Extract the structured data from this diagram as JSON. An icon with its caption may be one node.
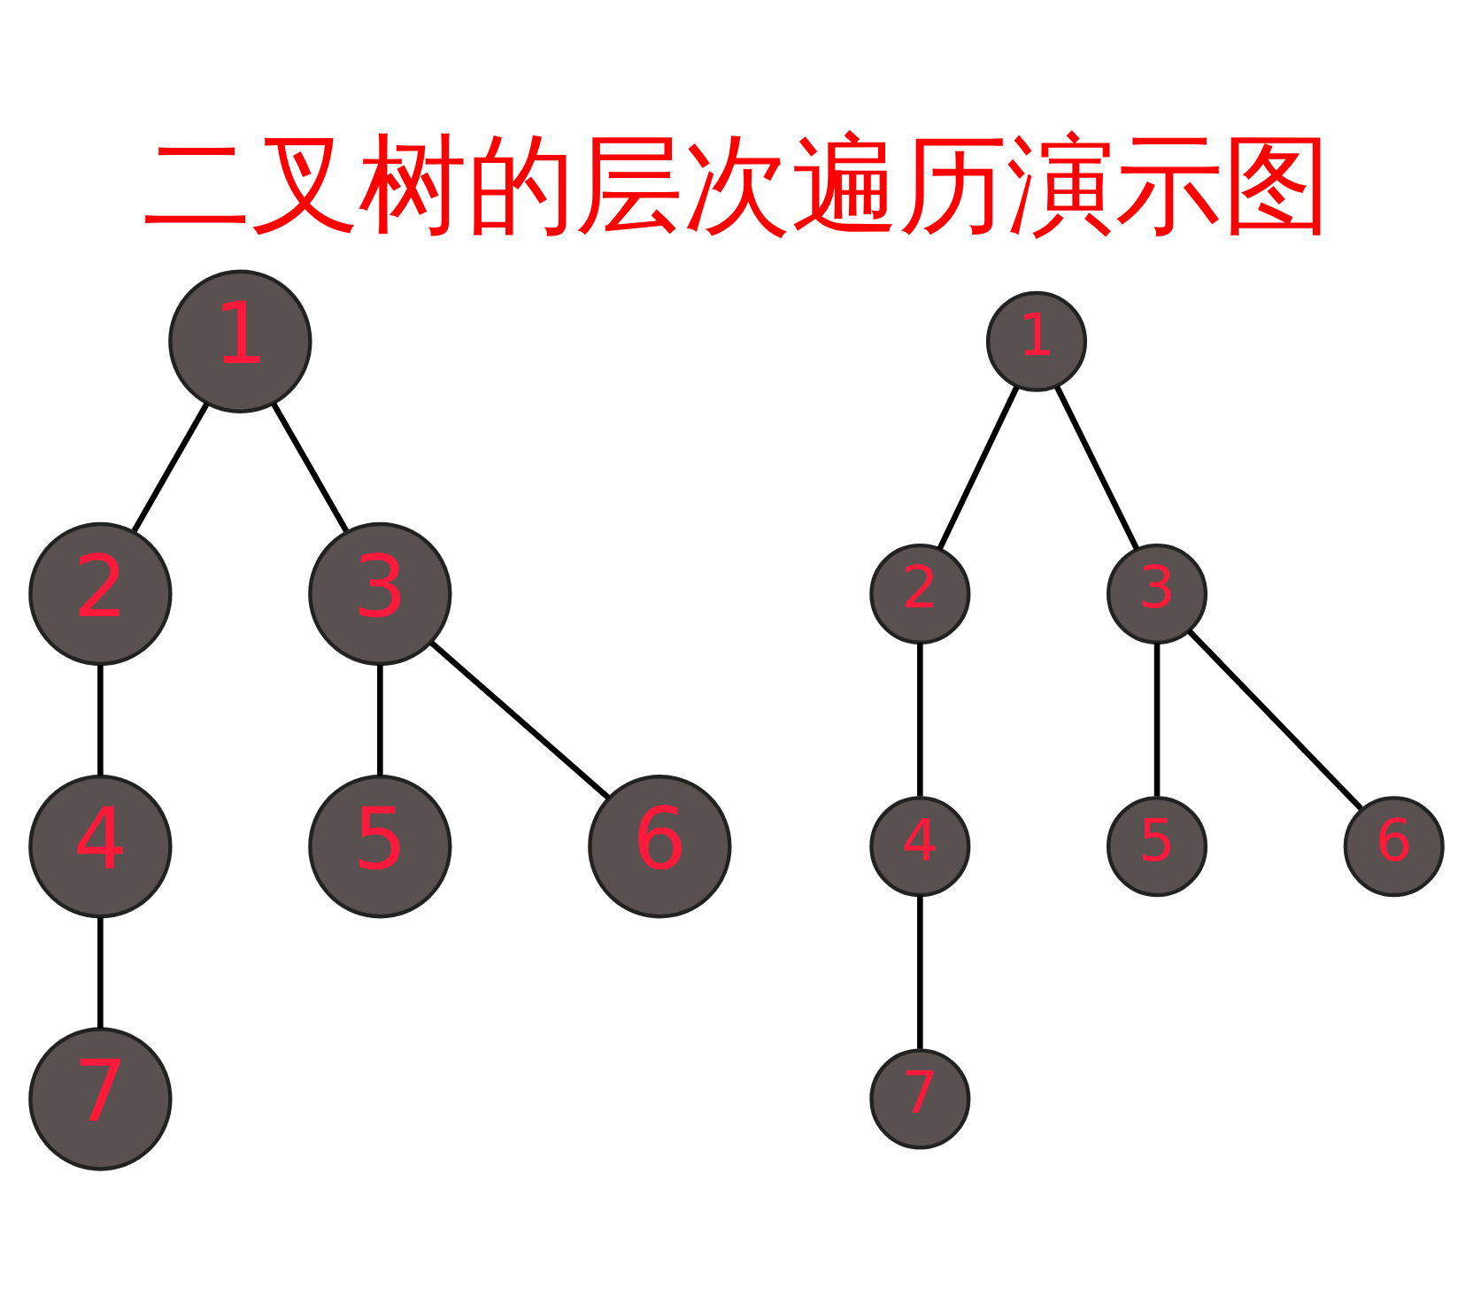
{
  "diagram": {
    "title": "二叉树的层次遍历演示图",
    "nodes": [
      {
        "text": [
          "1"
        ]
      },
      {
        "text": [
          "2"
        ]
      },
      {
        "text": [
          "3"
        ]
      },
      {
        "text": [
          "4"
        ]
      },
      {
        "text": [
          "5"
        ]
      },
      {
        "text": [
          "6"
        ]
      },
      {
        "text": [
          "7"
        ]
      },
      {
        "text": [
          "1"
        ]
      },
      {
        "text": [
          "2"
        ]
      },
      {
        "text": [
          "3"
        ]
      },
      {
        "text": [
          "4"
        ]
      },
      {
        "text": [
          "5"
        ]
      },
      {
        "text": [
          "6"
        ]
      },
      {
        "text": [
          "7"
        ]
      }
    ],
    "edges": [
      {
        "from": 0,
        "to": 1,
        "arrow": "none"
      },
      {
        "from": 0,
        "to": 2,
        "arrow": "none"
      },
      {
        "from": 1,
        "to": 3,
        "arrow": "none"
      },
      {
        "from": 2,
        "to": 4,
        "arrow": "none"
      },
      {
        "from": 2,
        "to": 5,
        "arrow": "none"
      },
      {
        "from": 3,
        "to": 6,
        "arrow": "none"
      },
      {
        "from": 7,
        "to": 8,
        "arrow": "none"
      },
      {
        "from": 7,
        "to": 9,
        "arrow": "none"
      },
      {
        "from": 8,
        "to": 10,
        "arrow": "none"
      },
      {
        "from": 9,
        "to": 11,
        "arrow": "none"
      },
      {
        "from": 9,
        "to": 12,
        "arrow": "none"
      },
      {
        "from": 10,
        "to": 13,
        "arrow": "none"
      }
    ]
  }
}
